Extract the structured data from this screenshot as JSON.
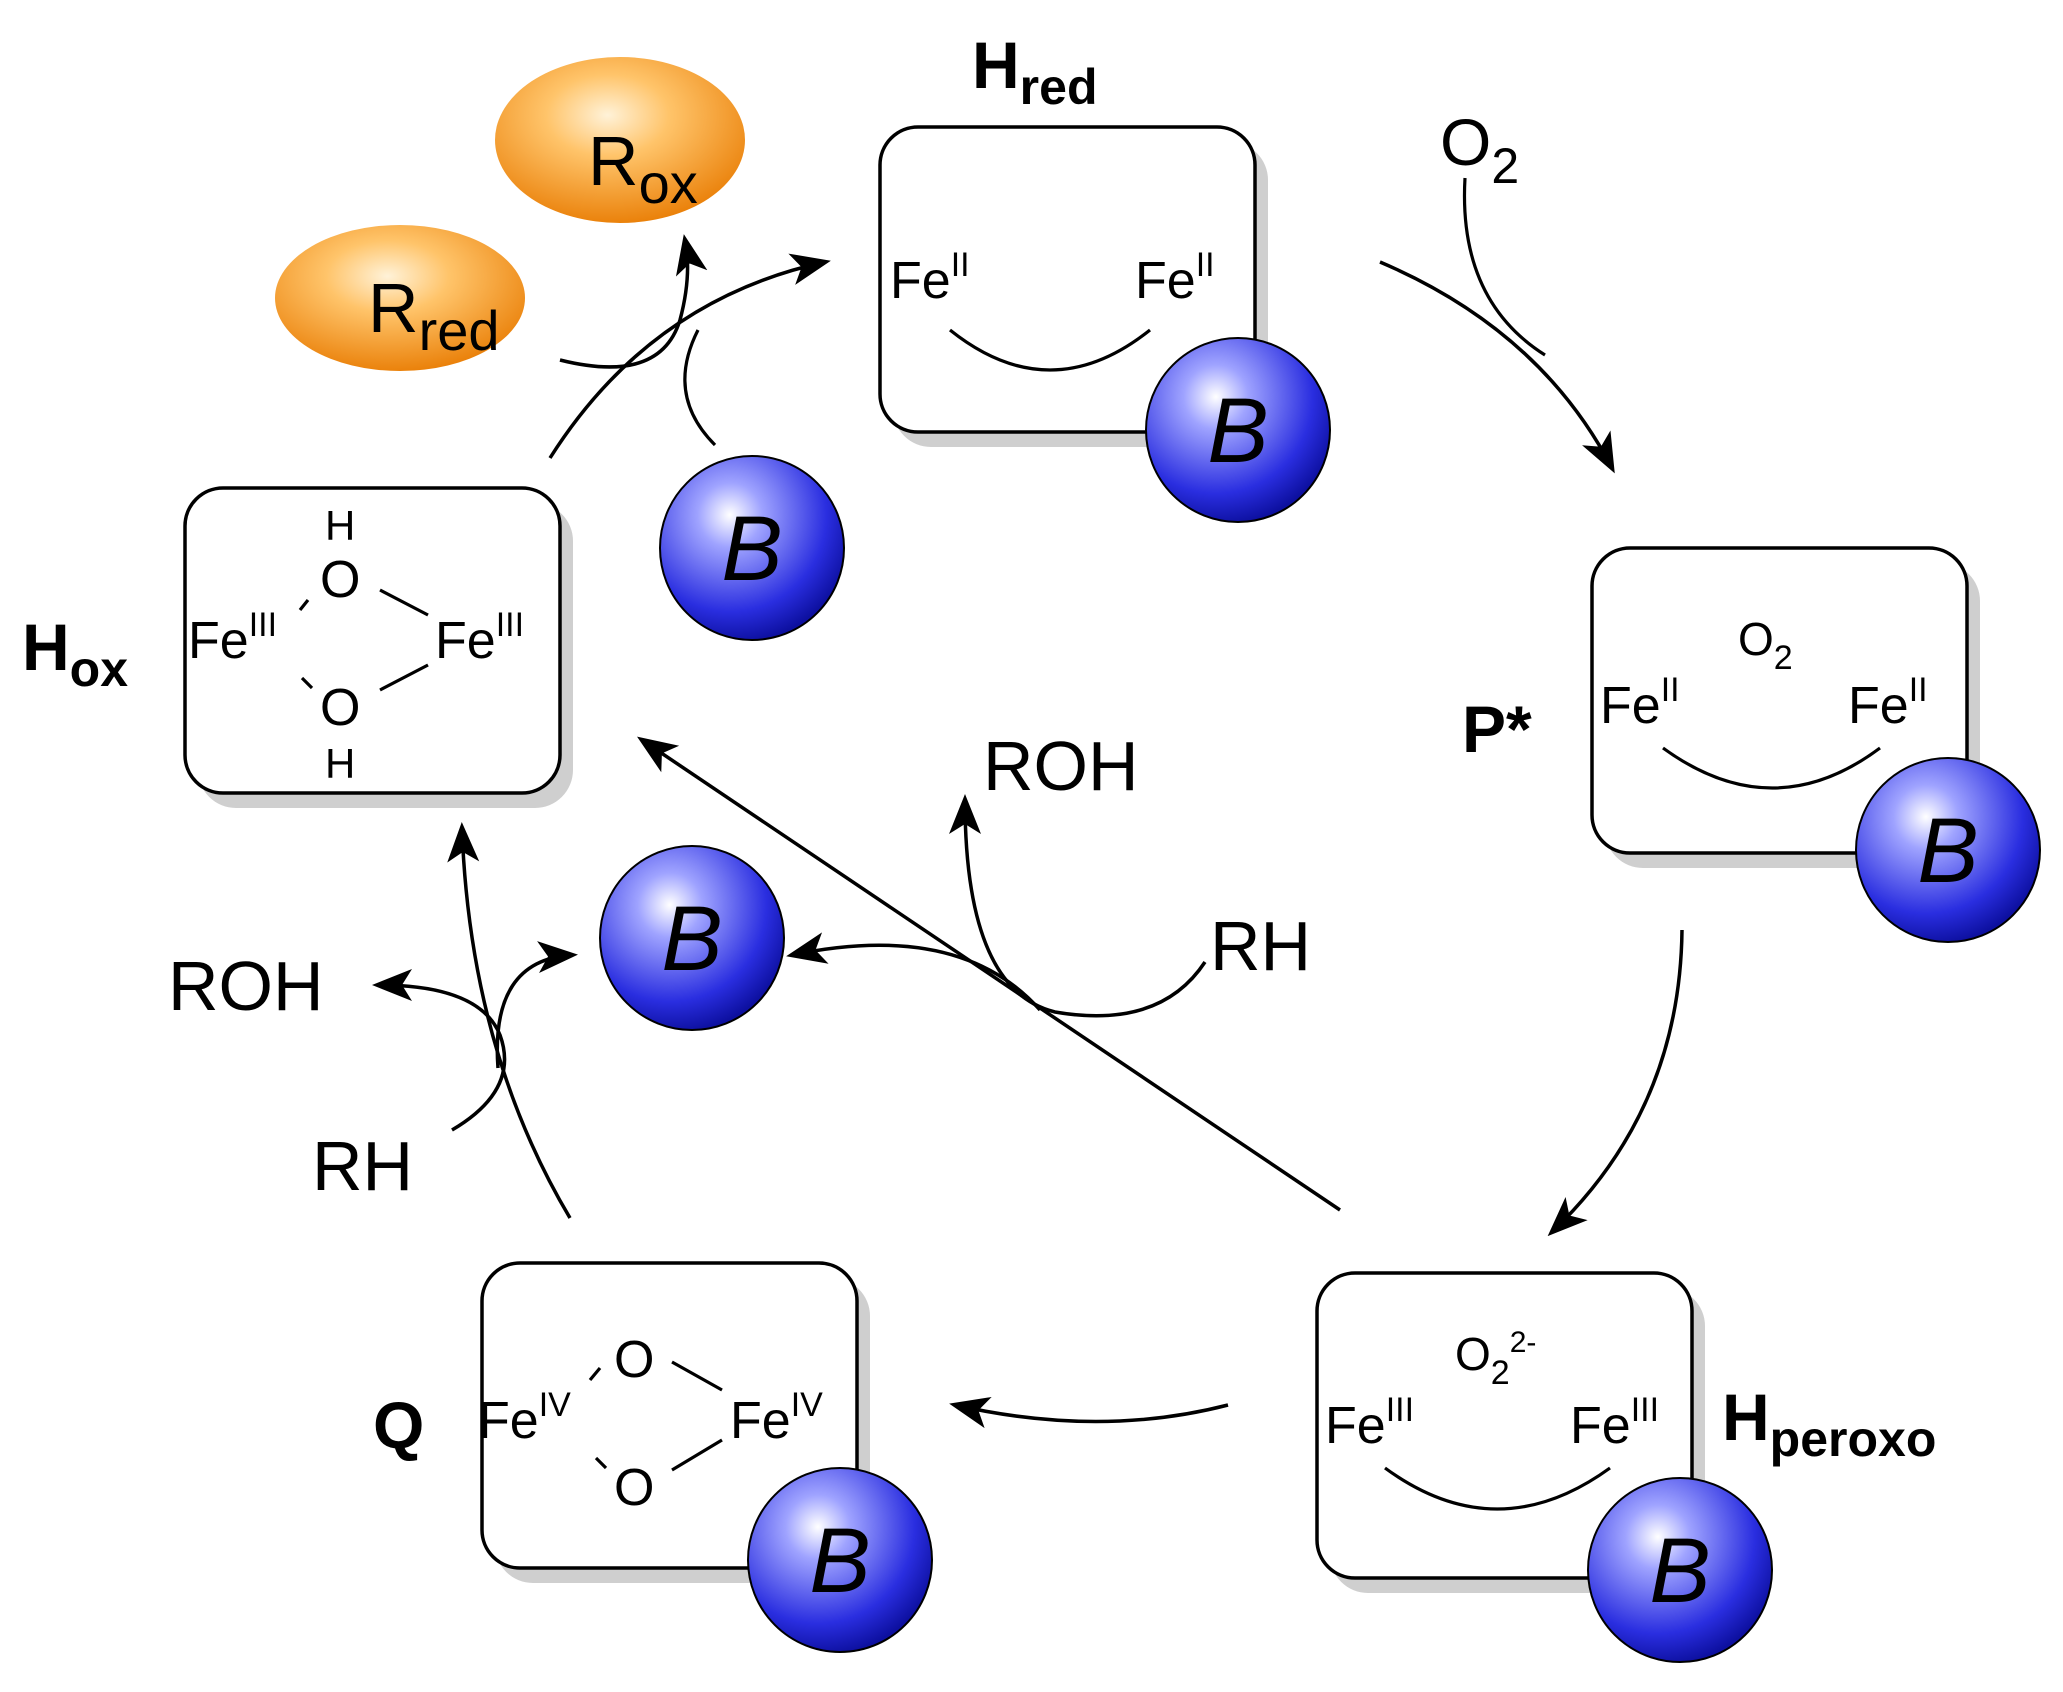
{
  "states": {
    "h_red": {
      "label": "H",
      "sub": "red",
      "fe_left": "Fe",
      "fe_left_ox": "II",
      "fe_right": "Fe",
      "fe_right_ox": "II"
    },
    "p_star": {
      "label": "P*",
      "ligand": "O",
      "ligand_sub": "2",
      "fe_left": "Fe",
      "fe_left_ox": "II",
      "fe_right": "Fe",
      "fe_right_ox": "II"
    },
    "h_peroxo": {
      "label": "H",
      "sub": "peroxo",
      "ligand": "O",
      "ligand_sub": "2",
      "ligand_sup": "2-",
      "fe_left": "Fe",
      "fe_left_ox": "III",
      "fe_right": "Fe",
      "fe_right_ox": "III"
    },
    "q": {
      "label": "Q",
      "fe_left": "Fe",
      "fe_left_ox": "IV",
      "fe_right": "Fe",
      "fe_right_ox": "IV",
      "o_top": "O",
      "o_bottom": "O"
    },
    "h_ox": {
      "label": "H",
      "sub": "ox",
      "fe_left": "Fe",
      "fe_left_ox": "III",
      "fe_right": "Fe",
      "fe_right_ox": "III",
      "o_top": "O",
      "o_bottom": "O",
      "h_top": "H",
      "h_bottom": "H"
    }
  },
  "reagents": {
    "o2": "O",
    "o2_sub": "2",
    "roh_center": "ROH",
    "rh_center": "RH",
    "roh_left": "ROH",
    "rh_left": "RH",
    "r_ox": "R",
    "r_ox_sub": "ox",
    "r_red": "R",
    "r_red_sub": "red"
  },
  "b_label": "B",
  "colors": {
    "protein_b": "#2a2ee0",
    "reductase": "#f08a10"
  }
}
